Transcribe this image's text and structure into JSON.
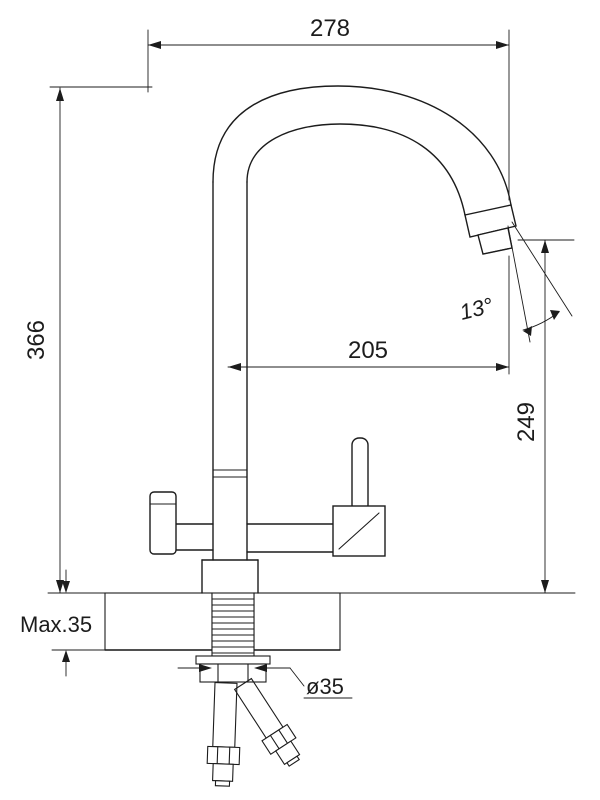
{
  "drawing": {
    "labels": {
      "width_overall": "278",
      "height_overall": "366",
      "spout_reach": "205",
      "spout_height": "249",
      "spout_angle": "13°",
      "max_thickness": "Max.35",
      "hole_diameter": "ø35"
    },
    "colors": {
      "line": "#1c1c1c",
      "bg": "#ffffff"
    }
  }
}
